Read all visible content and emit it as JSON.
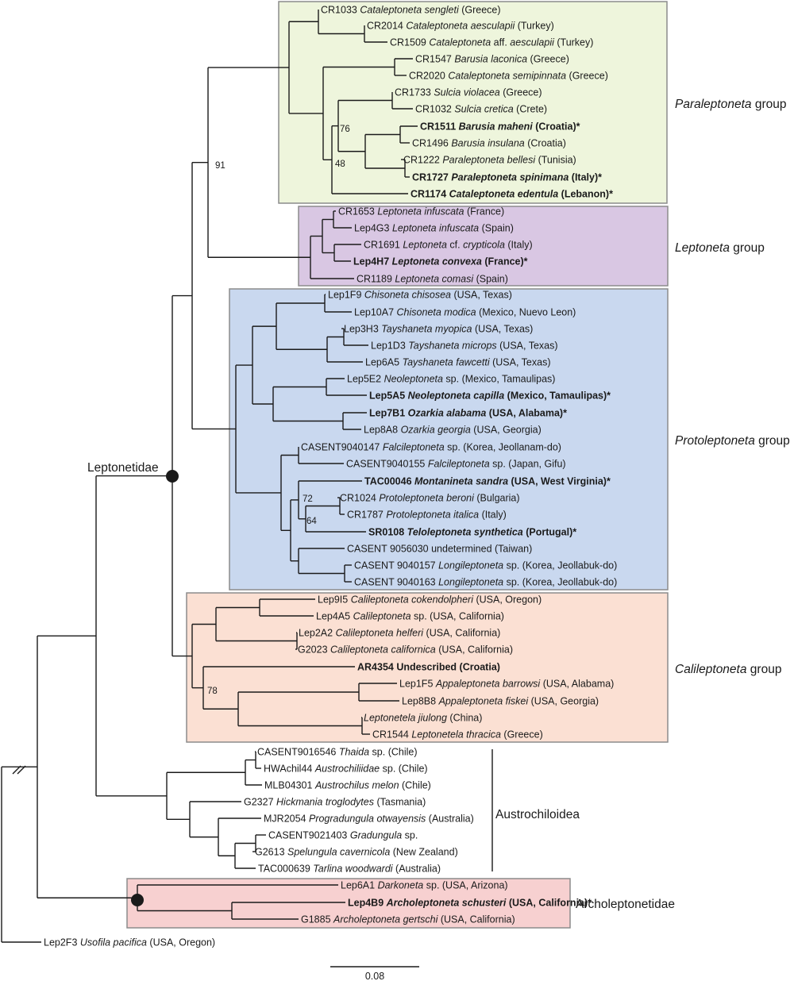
{
  "colors": {
    "paraleptoneta_box": "#eef5dc",
    "leptoneta_box": "#d9c7e3",
    "protoleptoneta_box": "#c9d8ef",
    "calileptoneta_box": "#fbe0d3",
    "archoleptonetidae_box": "#f7d0d0",
    "box_border": "#8c8c8c",
    "line": "#1a1a1a"
  },
  "groups": {
    "paraleptoneta": {
      "italic": "Paraleptoneta",
      "rest": " group"
    },
    "leptoneta": {
      "italic": "Leptoneta",
      "rest": " group"
    },
    "protoleptoneta": {
      "italic": "Protoleptoneta",
      "rest": " group"
    },
    "calileptoneta": {
      "italic": "Calileptoneta",
      "rest": " group"
    },
    "austrochiloidea": "Austrochiloidea",
    "archoleptonetidae": "Archoleptonetidae",
    "leptonetidae": "Leptonetidae"
  },
  "support": [
    "91",
    "76",
    "48",
    "72",
    "64",
    "78"
  ],
  "scale_label": "0.08",
  "taxa": [
    {
      "id": "CR1033",
      "genus": "Cataleptoneta sengleti",
      "loc": "(Greece)",
      "bold": false
    },
    {
      "id": "CR2014",
      "genus": "Cataleptoneta aesculapii",
      "loc": "(Turkey)",
      "bold": false
    },
    {
      "id": "CR1509",
      "genus": "Cataleptoneta",
      "mid": "aff.",
      "genus2": "aesculapii",
      "loc": "(Turkey)",
      "bold": false
    },
    {
      "id": "CR1547",
      "genus": "Barusia laconica",
      "loc": "(Greece)",
      "bold": false
    },
    {
      "id": "CR2020",
      "genus": "Cataleptoneta semipinnata",
      "loc": "(Greece)",
      "bold": false
    },
    {
      "id": "CR1733",
      "genus": "Sulcia violacea",
      "loc": "(Greece)",
      "bold": false
    },
    {
      "id": "CR1032",
      "genus": "Sulcia cretica",
      "loc": "(Crete)",
      "bold": false
    },
    {
      "id": "CR1511",
      "genus": "Barusia maheni",
      "loc": "(Croatia)*",
      "bold": true
    },
    {
      "id": "CR1496",
      "genus": "Barusia insulana",
      "loc": "(Croatia)",
      "bold": false
    },
    {
      "id": "CR1222",
      "genus": "Paraleptoneta bellesi",
      "loc": "(Tunisia)",
      "bold": false
    },
    {
      "id": "CR1727",
      "genus": "Paraleptoneta spinimana",
      "loc": "(Italy)*",
      "bold": true
    },
    {
      "id": "CR1174",
      "genus": "Cataleptoneta edentula",
      "loc": "(Lebanon)*",
      "bold": true
    },
    {
      "id": "CR1653",
      "genus": "Leptoneta infuscata",
      "loc": "(France)",
      "bold": false
    },
    {
      "id": "Lep4G3",
      "genus": "Leptoneta infuscata",
      "loc": "(Spain)",
      "bold": false
    },
    {
      "id": "CR1691",
      "genus": "Leptoneta",
      "mid": "cf.",
      "genus2": "crypticola",
      "loc": "(Italy)",
      "bold": false
    },
    {
      "id": "Lep4H7",
      "genus": "Leptoneta convexa",
      "loc": "(France)*",
      "bold": true
    },
    {
      "id": "CR1189",
      "genus": "Leptoneta comasi",
      "loc": "(Spain)",
      "bold": false
    },
    {
      "id": "Lep1F9",
      "genus": "Chisoneta chisosea",
      "loc": "(USA, Texas)",
      "bold": false
    },
    {
      "id": "Lep10A7",
      "genus": "Chisoneta modica",
      "loc": "(Mexico, Nuevo Leon)",
      "bold": false
    },
    {
      "id": "Lep3H3",
      "genus": "Tayshaneta myopica",
      "loc": "(USA, Texas)",
      "bold": false
    },
    {
      "id": "Lep1D3",
      "genus": "Tayshaneta microps",
      "loc": "(USA, Texas)",
      "bold": false
    },
    {
      "id": "Lep6A5",
      "genus": "Tayshaneta fawcetti",
      "loc": "(USA, Texas)",
      "bold": false
    },
    {
      "id": "Lep5E2",
      "genus": "Neoleptoneta",
      "mid": "sp.",
      "loc": "(Mexico, Tamaulipas)",
      "bold": false
    },
    {
      "id": "Lep5A5",
      "genus": "Neoleptoneta capilla",
      "loc": "(Mexico, Tamaulipas)*",
      "bold": true
    },
    {
      "id": "Lep7B1",
      "genus": "Ozarkia alabama",
      "loc": "(USA, Alabama)*",
      "bold": true
    },
    {
      "id": "Lep8A8",
      "genus": "Ozarkia georgia",
      "loc": "(USA, Georgia)",
      "bold": false
    },
    {
      "id": "CASENT9040147",
      "genus": "Falcileptoneta",
      "mid": "sp.",
      "loc": "(Korea, Jeollanam-do)",
      "bold": false
    },
    {
      "id": "CASENT9040155",
      "genus": "Falcileptoneta",
      "mid": "sp.",
      "loc": "(Japan, Gifu)",
      "bold": false
    },
    {
      "id": "TAC00046",
      "genus": "Montanineta sandra",
      "loc": "(USA, West Virginia)*",
      "bold": true
    },
    {
      "id": "CR1024",
      "genus": "Protoleptoneta beroni",
      "loc": "(Bulgaria)",
      "bold": false
    },
    {
      "id": "CR1787",
      "genus": "Protoleptoneta italica",
      "loc": "(Italy)",
      "bold": false
    },
    {
      "id": "SR0108",
      "genus": "Teloleptoneta synthetica",
      "loc": "(Portugal)*",
      "bold": true
    },
    {
      "id": "CASENT 9056030",
      "plain": "undetermined",
      "loc": "(Taiwan)",
      "bold": false
    },
    {
      "id": "CASENT 9040157",
      "genus": "Longileptoneta",
      "mid": "sp.",
      "loc": "(Korea, Jeollabuk-do)",
      "bold": false
    },
    {
      "id": "CASENT 9040163",
      "genus": "Longileptoneta",
      "mid": "sp.",
      "loc": "(Korea, Jeollabuk-do)",
      "bold": false
    },
    {
      "id": "Lep9I5",
      "genus": "Calileptoneta cokendolpheri",
      "loc": "(USA, Oregon)",
      "bold": false
    },
    {
      "id": "Lep4A5",
      "genus": "Calileptoneta",
      "mid": "sp.",
      "loc": "(USA, California)",
      "bold": false
    },
    {
      "id": "Lep2A2",
      "genus": "Calileptoneta helferi",
      "loc": "(USA, California)",
      "bold": false
    },
    {
      "id": "G2023",
      "genus": "Calileptoneta californica",
      "loc": "(USA, California)",
      "bold": false
    },
    {
      "id": "AR4354",
      "plain": "Undescribed",
      "loc": "(Croatia)",
      "bold": true
    },
    {
      "id": "Lep1F5",
      "genus": "Appaleptoneta barrowsi",
      "loc": "(USA, Alabama)",
      "bold": false
    },
    {
      "id": "Lep8B8",
      "genus": "Appaleptoneta fiskei",
      "loc": "(USA, Georgia)",
      "bold": false
    },
    {
      "id": "",
      "genus": "Leptonetela jiulong",
      "loc": "(China)",
      "bold": false
    },
    {
      "id": "CR1544",
      "genus": "Leptonetela thracica",
      "loc": "(Greece)",
      "bold": false
    },
    {
      "id": "CASENT9016546",
      "genus": "Thaida",
      "mid": "sp.",
      "loc": "(Chile)",
      "bold": false
    },
    {
      "id": "HWAchil44",
      "genus": "Austrochiliidae",
      "mid": "sp.",
      "loc": "(Chile)",
      "bold": false
    },
    {
      "id": "MLB04301",
      "genus": "Austrochilus melon",
      "loc": "(Chile)",
      "bold": false
    },
    {
      "id": "G2327",
      "genus": "Hickmania troglodytes",
      "loc": "(Tasmania)",
      "bold": false
    },
    {
      "id": "MJR2054",
      "genus": "Progradungula otwayensis",
      "loc": "(Australia)",
      "bold": false
    },
    {
      "id": "CASENT9021403",
      "genus": "Gradungula",
      "mid": "sp.",
      "loc": "",
      "bold": false
    },
    {
      "id": "G2613",
      "genus": "Spelungula cavernicola",
      "loc": "(New Zealand)",
      "bold": false
    },
    {
      "id": "TAC000639",
      "genus": "Tarlina woodwardi",
      "loc": "(Australia)",
      "bold": false
    },
    {
      "id": "Lep6A1",
      "genus": "Darkoneta",
      "mid": "sp.",
      "loc": "(USA, Arizona)",
      "bold": false
    },
    {
      "id": "Lep4B9",
      "genus": "Archoleptoneta schusteri",
      "loc": "(USA, California)*",
      "bold": true
    },
    {
      "id": "G1885",
      "genus": "Archoleptoneta gertschi",
      "loc": "(USA, California)",
      "bold": false
    },
    {
      "id": "Lep2F3",
      "genus": "Usofila pacifica",
      "loc": "(USA, Oregon)",
      "bold": false
    }
  ]
}
